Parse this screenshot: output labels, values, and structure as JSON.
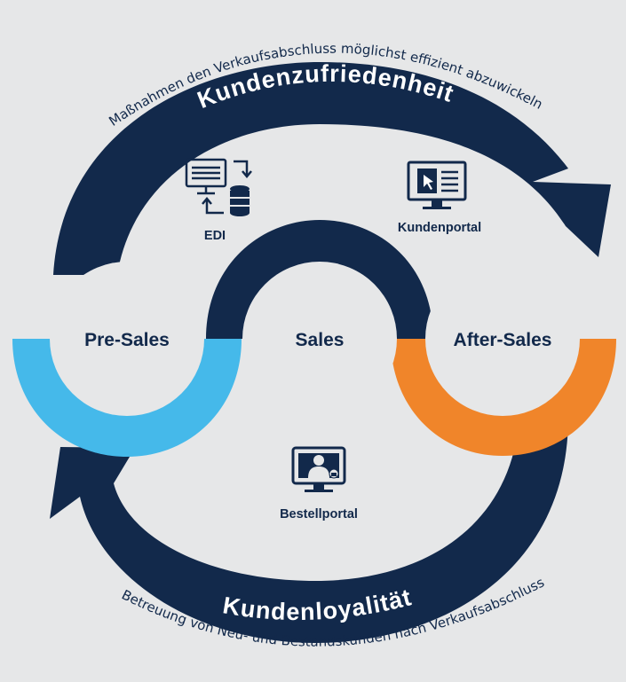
{
  "top_arrow": {
    "title": "Kundenzufriedenheit",
    "subtitle": "Maßnahmen den Verkaufsabschluss möglichst effizient abzuwickeln"
  },
  "bottom_arrow": {
    "title": "Kundenloyalität",
    "subtitle": "Betreuung von Neu- und Bestandskunden nach Verkaufsabschluss"
  },
  "stages": {
    "pre_sales": "Pre-Sales",
    "sales": "Sales",
    "after_sales": "After-Sales"
  },
  "tools": {
    "edi": {
      "label": "EDI",
      "icon": "edi-icon"
    },
    "kundenportal": {
      "label": "Kundenportal",
      "icon": "kundenportal-icon"
    },
    "bestellportal": {
      "label": "Bestellportal",
      "icon": "bestellportal-icon"
    }
  },
  "colors": {
    "navy": "#12294b",
    "light_blue": "#45b9ea",
    "orange": "#f0852a",
    "circle": "#e6e7e8",
    "background": "#e6e7e8"
  }
}
